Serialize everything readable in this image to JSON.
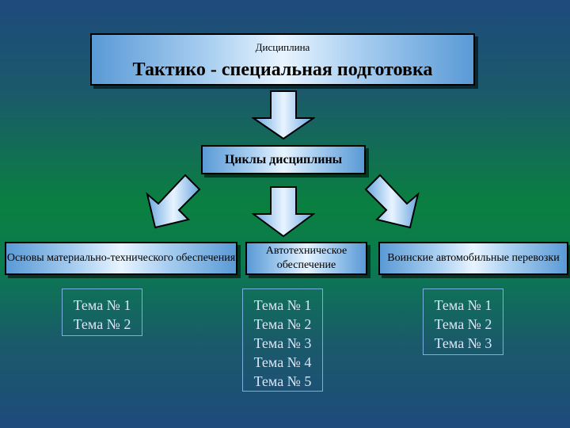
{
  "discipline": {
    "label": "Дисциплина",
    "name": "Тактико - специальная подготовка"
  },
  "cycles": {
    "label": "Циклы дисциплины"
  },
  "categories": [
    {
      "title": "Основы материально-технического обеспечения",
      "topics": [
        "Тема № 1",
        "Тема № 2"
      ]
    },
    {
      "title": "Автотехническое обеспечение",
      "topics": [
        "Тема № 1",
        "Тема № 2",
        "Тема № 3",
        "Тема № 4",
        "Тема № 5"
      ]
    },
    {
      "title": "Воинские автомобильные перевозки",
      "topics": [
        "Тема № 1",
        "Тема № 2",
        "Тема № 3"
      ]
    }
  ],
  "colors": {
    "box_edge": "#5a9ad6",
    "box_center": "#e8f4ff",
    "topic_text": "#d8e8f8",
    "topic_border": "#7ab0e0"
  }
}
